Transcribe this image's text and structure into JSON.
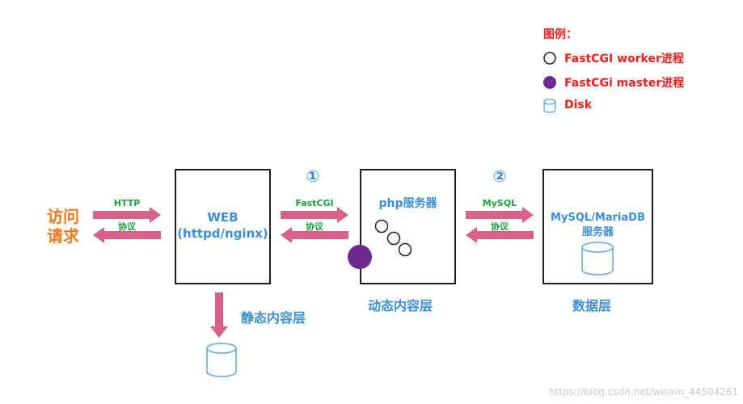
{
  "legend": {
    "title": "图例：",
    "items": [
      {
        "icon": "open-circle-icon",
        "label": "FastCGI worker进程"
      },
      {
        "icon": "filled-circle-icon",
        "label": "FastCGi master进程"
      },
      {
        "icon": "disk-cylinder-icon",
        "label": "Disk"
      }
    ]
  },
  "client": {
    "label_line1": "访问",
    "label_line2": "请求"
  },
  "links": {
    "http": {
      "top": "HTTP",
      "bottom": "协议"
    },
    "fastcgi": {
      "marker": "①",
      "top": "FastCGI",
      "bottom": "协议"
    },
    "mysql": {
      "marker": "②",
      "top": "MySQL",
      "bottom": "协议"
    }
  },
  "web": {
    "line1": "WEB",
    "line2": "(httpd/nginx)",
    "layer": "静态内容层"
  },
  "php": {
    "title": "php服务器",
    "layer": "动态内容层"
  },
  "db": {
    "line1": "MySQL/MariaDB",
    "line2": "服务器",
    "layer": "数据层"
  },
  "watermark": "https://blog.csdn.net/weixin_44504261",
  "colors": {
    "arrow": "#d9608a",
    "text_blue": "#3a8fd6",
    "text_green": "#1aa33a",
    "text_orange": "#f07a1e",
    "legend_red": "#ff1a1a",
    "master": "#6b2a8f",
    "disk": "#5aa9e0"
  }
}
